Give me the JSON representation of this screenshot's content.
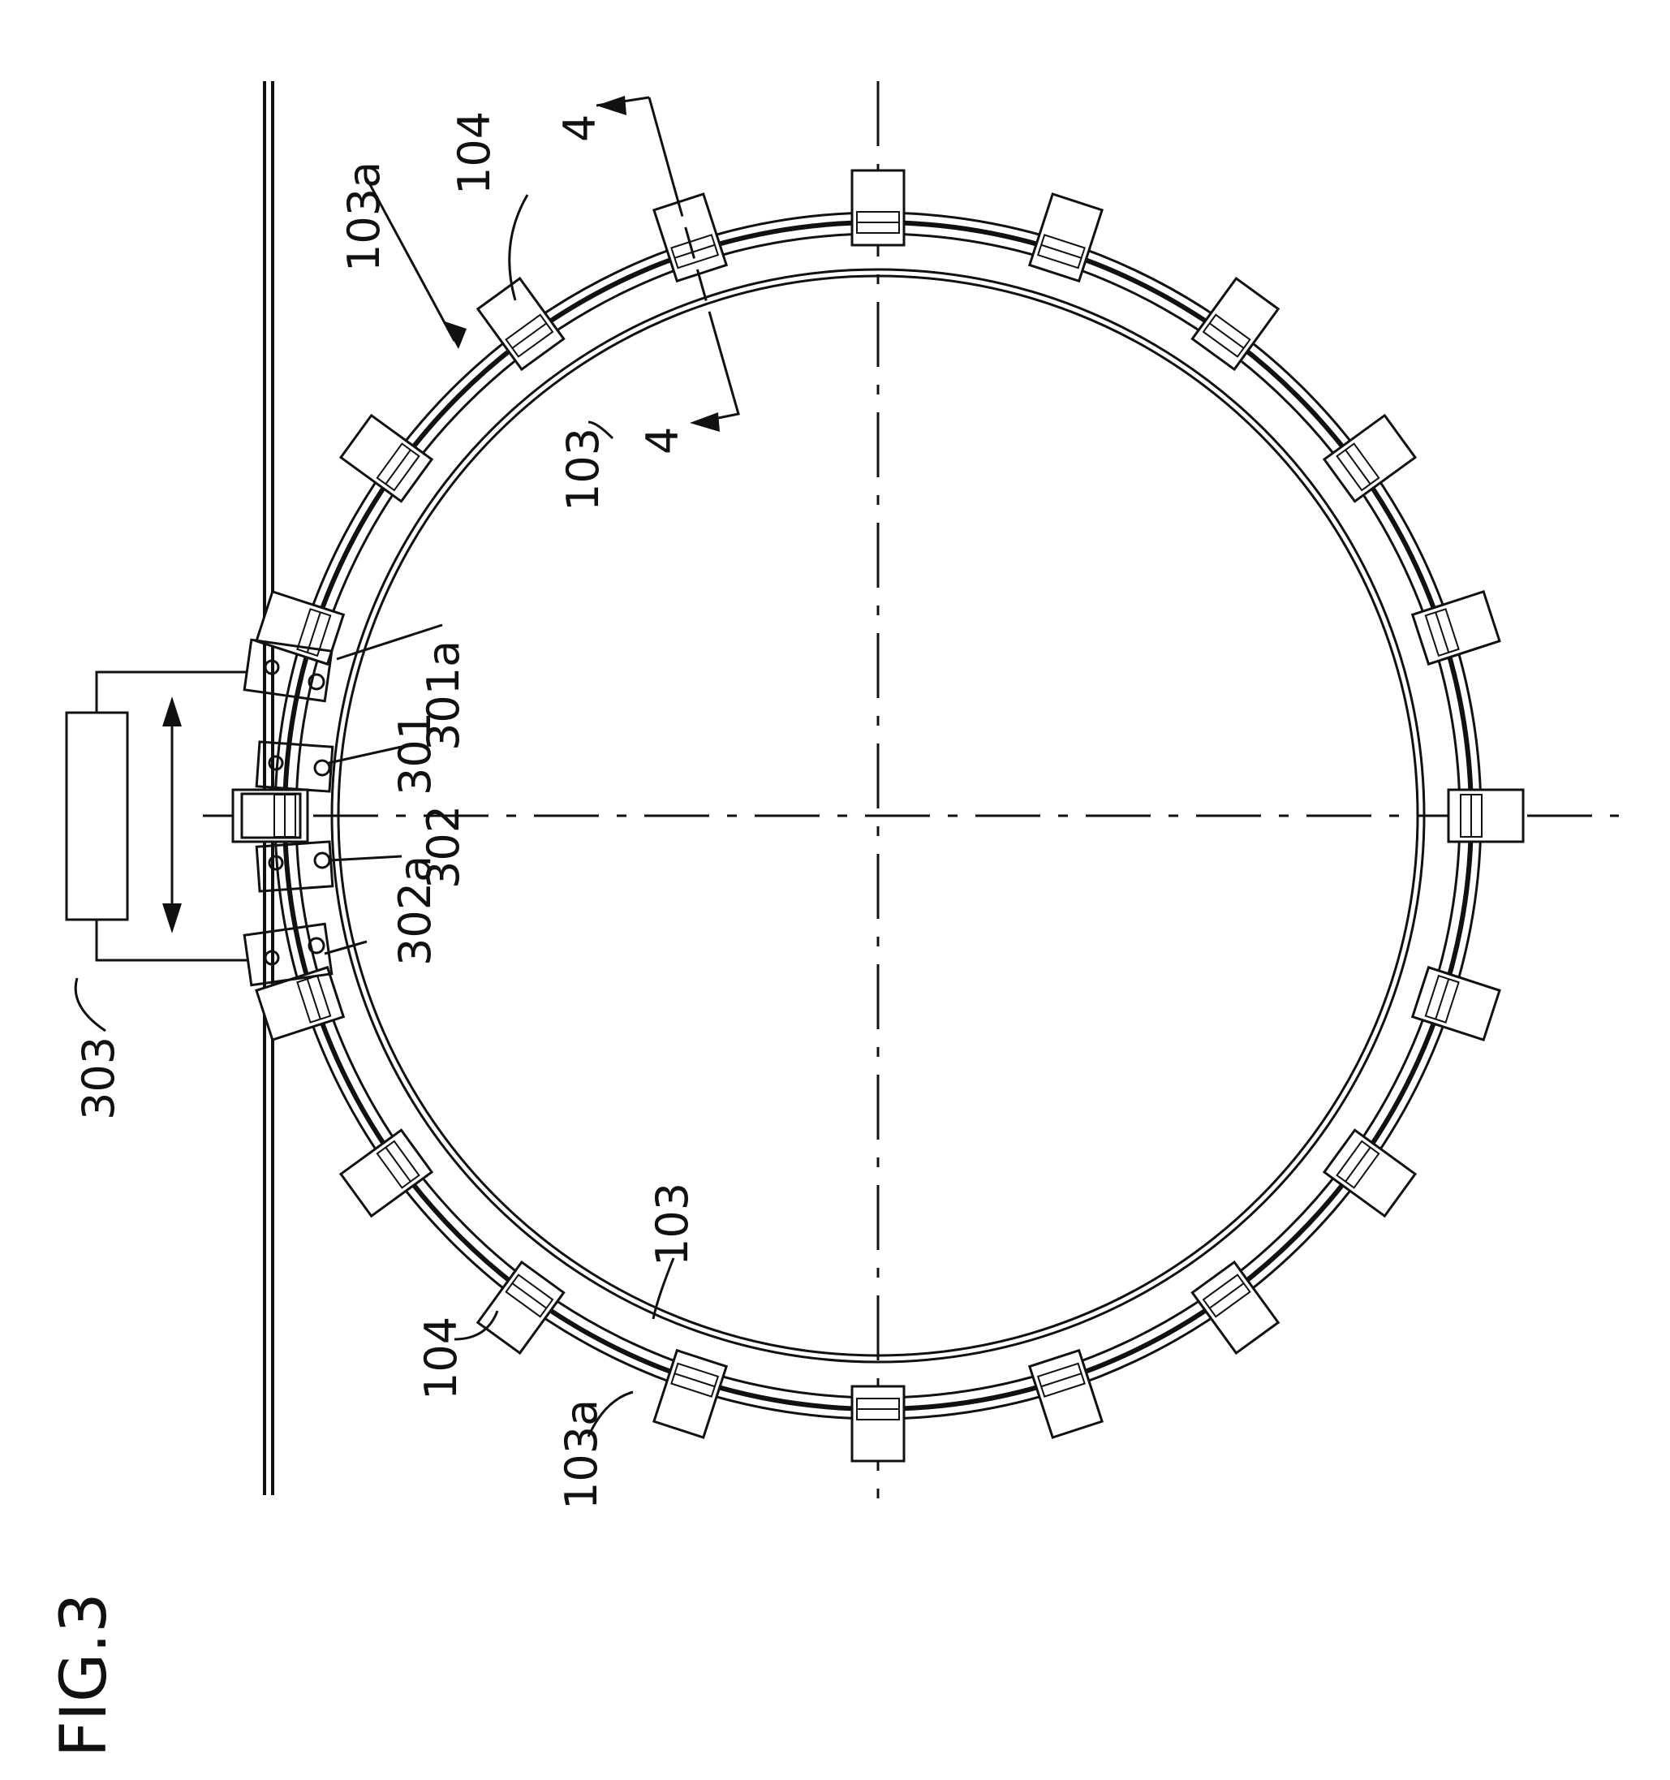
{
  "figure": {
    "caption": "FIG.3",
    "labels": {
      "ref_103a_top": "103a",
      "ref_104_top": "104",
      "ref_103_top": "103",
      "section_4_upper": "4",
      "section_4_lower": "4",
      "ref_301a": "301a",
      "ref_301": "301",
      "ref_302": "302",
      "ref_302a": "302a",
      "ref_303": "303",
      "ref_103_bottom": "103",
      "ref_104_bottom": "104",
      "ref_103a_bottom": "103a"
    }
  },
  "colors": {
    "line": "#111111",
    "background": "#ffffff"
  }
}
